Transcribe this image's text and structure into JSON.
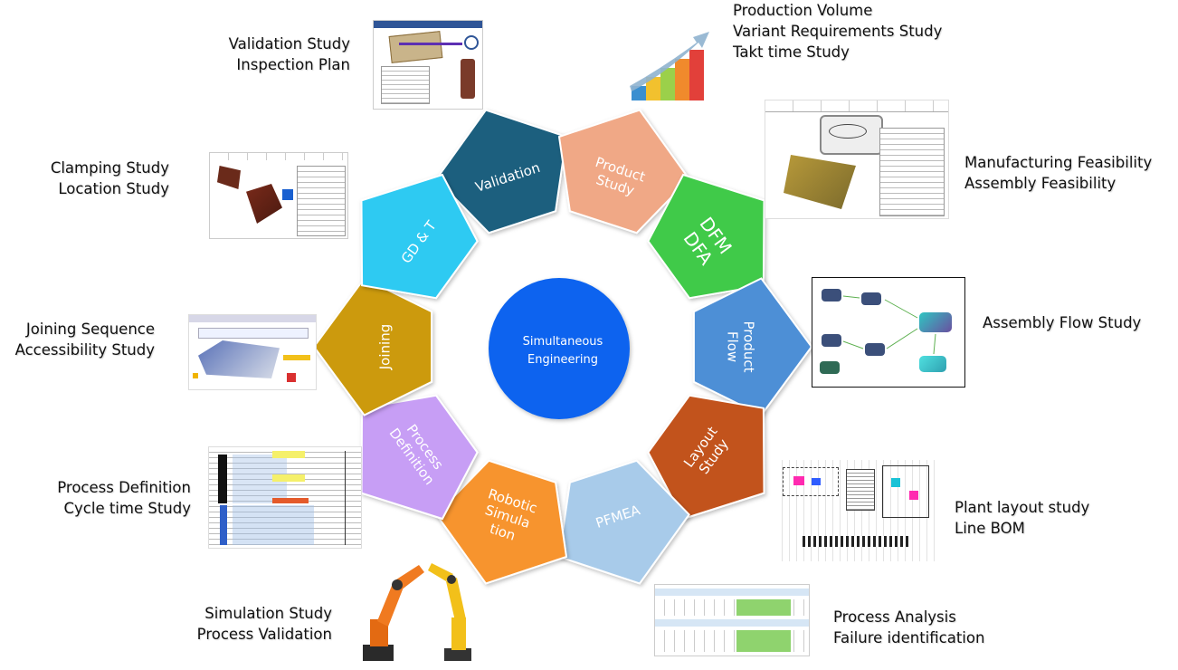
{
  "center": {
    "line1": "Simultaneous",
    "line2": "Engineering",
    "color": "#0a64ef"
  },
  "segments": [
    {
      "name": "validation",
      "lines": [
        "Validation"
      ],
      "color": "#1a5e7e",
      "text_color": "#ffffff"
    },
    {
      "name": "product-study",
      "lines": [
        "Product",
        "Study"
      ],
      "color": "#f0a886",
      "text_color": "#ffffff"
    },
    {
      "name": "dfm-dfa",
      "lines": [
        "DFM",
        "DFA"
      ],
      "color": "#3fca4a",
      "text_color": "#ffffff"
    },
    {
      "name": "product-flow",
      "lines": [
        "Product",
        "Flow"
      ],
      "color": "#4e8fd6",
      "text_color": "#ffffff"
    },
    {
      "name": "layout-study",
      "lines": [
        "Layout",
        "Study"
      ],
      "color": "#c2521b",
      "text_color": "#ffffff"
    },
    {
      "name": "pfmea",
      "lines": [
        "PFMEA"
      ],
      "color": "#a8cbea",
      "text_color": "#ffffff"
    },
    {
      "name": "robotic-simulation",
      "lines": [
        "Robotic",
        "Simula",
        "tion"
      ],
      "color": "#f7942e",
      "text_color": "#ffffff"
    },
    {
      "name": "process-definition",
      "lines": [
        "Process",
        "Definition"
      ],
      "color": "#c79ef5",
      "text_color": "#ffffff"
    },
    {
      "name": "joining",
      "lines": [
        "Joining"
      ],
      "color": "#cc9a08",
      "text_color": "#ffffff"
    },
    {
      "name": "gd-t",
      "lines": [
        "GD & T"
      ],
      "color": "#2fcaf2",
      "text_color": "#ffffff"
    }
  ],
  "labels": {
    "validation": [
      "Validation Study",
      "Inspection Plan"
    ],
    "product_study": [
      "Production Volume",
      "Variant Requirements Study",
      "Takt time Study"
    ],
    "dfm_dfa": [
      "Manufacturing Feasibility",
      "Assembly Feasibility"
    ],
    "product_flow": [
      "Assembly Flow Study"
    ],
    "layout": [
      "Plant layout study",
      "Line BOM"
    ],
    "pfmea": [
      "Process Analysis",
      "Failure identification"
    ],
    "robotic": [
      "Simulation Study",
      "Process Validation"
    ],
    "process_def": [
      "Process  Definition",
      "Cycle time Study"
    ],
    "joining": [
      "Joining Sequence",
      "Accessibility Study"
    ],
    "gdt": [
      "Clamping Study",
      "Location Study"
    ]
  },
  "thumbnails": {
    "validation": "validation-report-image",
    "product_study": "bar-growth-image",
    "dfm_dfa": "feasibility-sheet-image",
    "product_flow": "assembly-flow-image",
    "layout": "plant-layout-image",
    "pfmea": "pfmea-sheet-image",
    "robotic": "industrial-robots-image",
    "process_def": "process-sheet-image",
    "joining": "joining-station-image",
    "gdt": "location-sheet-image"
  }
}
